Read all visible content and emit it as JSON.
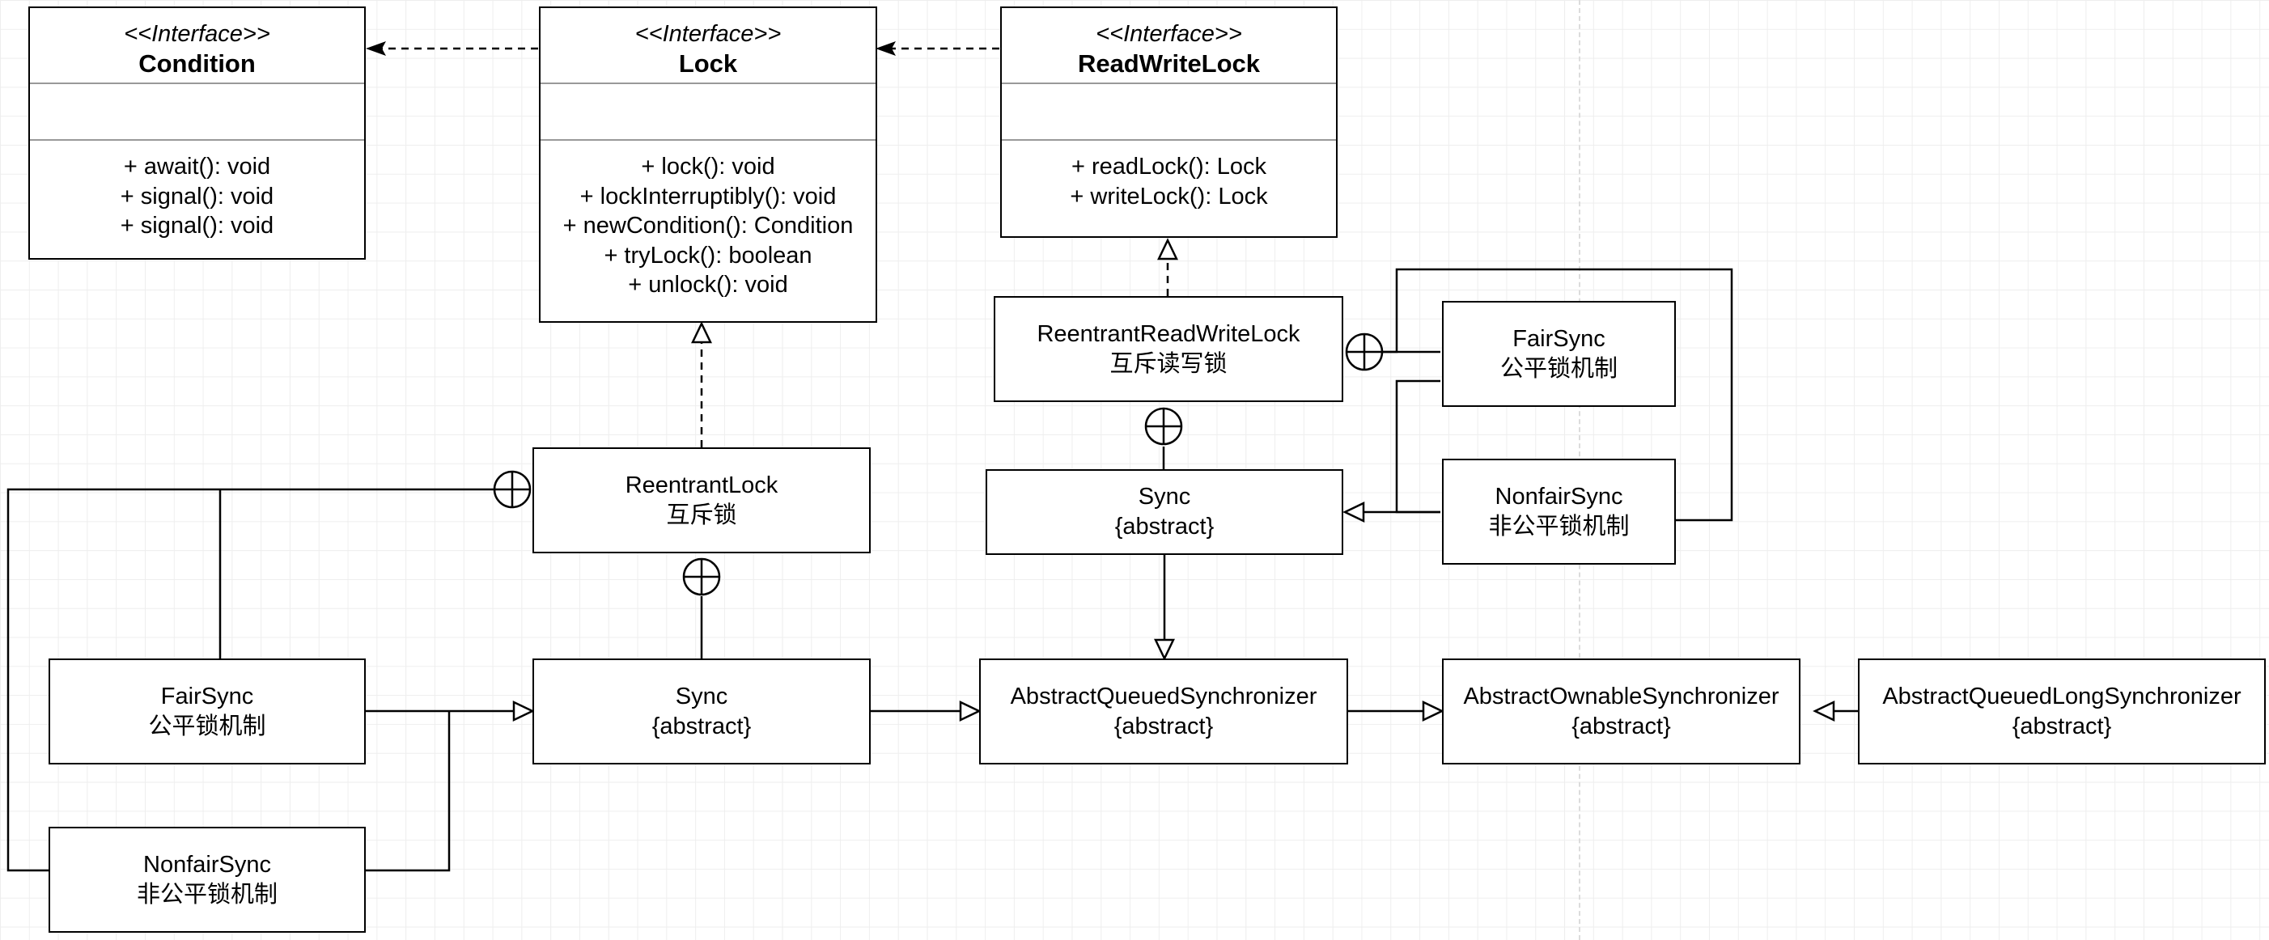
{
  "interfaces": {
    "condition": {
      "stereotype": "<<Interface>>",
      "name": "Condition",
      "methods": [
        "+ await(): void",
        "+ signal(): void",
        "+ signal(): void"
      ]
    },
    "lock": {
      "stereotype": "<<Interface>>",
      "name": "Lock",
      "methods": [
        "+ lock(): void",
        "+ lockInterruptibly(): void",
        "+ newCondition(): Condition",
        "+ tryLock(): boolean",
        "+ unlock(): void"
      ]
    },
    "readwritelock": {
      "stereotype": "<<Interface>>",
      "name": "ReadWriteLock",
      "methods": [
        "+ readLock(): Lock",
        "+ writeLock(): Lock"
      ]
    }
  },
  "classes": {
    "reentrant_lock": {
      "name": "ReentrantLock",
      "note": "互斥锁"
    },
    "reentrant_rw_lock": {
      "name": "ReentrantReadWriteLock",
      "note": "互斥读写锁"
    },
    "rl_fair": {
      "name": "FairSync",
      "note": "公平锁机制"
    },
    "rl_nonfair": {
      "name": "NonfairSync",
      "note": "非公平锁机制"
    },
    "rl_sync": {
      "name": "Sync",
      "note": "{abstract}"
    },
    "rw_fair": {
      "name": "FairSync",
      "note": "公平锁机制"
    },
    "rw_nonfair": {
      "name": "NonfairSync",
      "note": "非公平锁机制"
    },
    "rw_sync": {
      "name": "Sync",
      "note": "{abstract}"
    },
    "aqs": {
      "name": "AbstractQueuedSynchronizer",
      "note": "{abstract}"
    },
    "aos": {
      "name": "AbstractOwnableSynchronizer",
      "note": "{abstract}"
    },
    "aqls": {
      "name": "AbstractQueuedLongSynchronizer",
      "note": "{abstract}"
    }
  }
}
